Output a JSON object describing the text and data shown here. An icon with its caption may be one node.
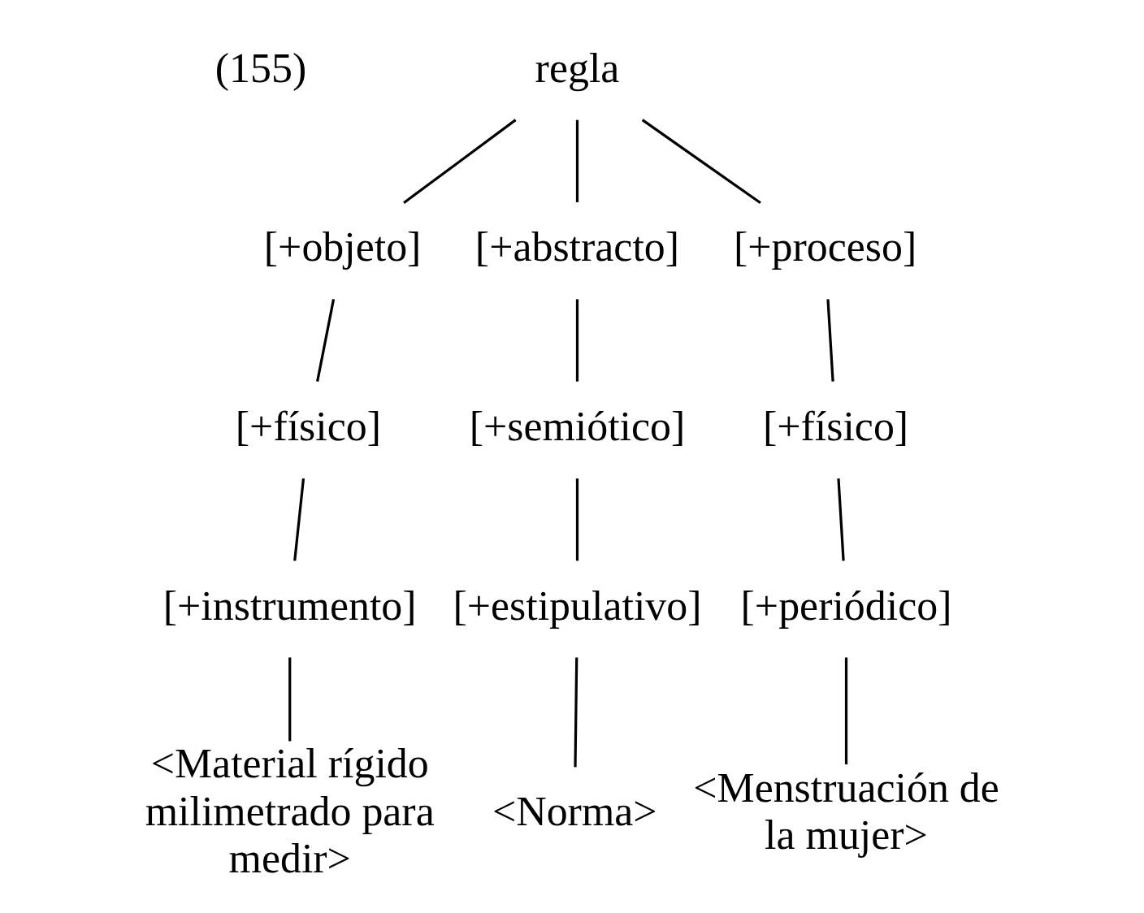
{
  "diagram": {
    "nodes": [
      {
        "text": [
          "regla"
        ]
      },
      {
        "text": [
          "[+objeto]"
        ]
      },
      {
        "text": [
          "[+abstracto]"
        ]
      },
      {
        "text": [
          "[+proceso]"
        ]
      },
      {
        "text": [
          "[+físico]"
        ]
      },
      {
        "text": [
          "[+semiótico]"
        ]
      },
      {
        "text": [
          "[+físico]"
        ]
      },
      {
        "text": [
          "[+instrumento]"
        ]
      },
      {
        "text": [
          "[+estipulativo]"
        ]
      },
      {
        "text": [
          "[+periódico]"
        ]
      },
      {
        "text": [
          "<Material rígido milimetrado para medir>"
        ]
      },
      {
        "text": [
          "<Norma>"
        ]
      },
      {
        "text": [
          "<Menstruación de la mujer>"
        ]
      }
    ],
    "edges": [
      {
        "from": 0,
        "to": 1,
        "arrow": "none"
      },
      {
        "from": 0,
        "to": 2,
        "arrow": "none"
      },
      {
        "from": 0,
        "to": 3,
        "arrow": "none"
      },
      {
        "from": 1,
        "to": 4,
        "arrow": "none"
      },
      {
        "from": 2,
        "to": 5,
        "arrow": "none"
      },
      {
        "from": 3,
        "to": 6,
        "arrow": "none"
      },
      {
        "from": 4,
        "to": 7,
        "arrow": "none"
      },
      {
        "from": 5,
        "to": 8,
        "arrow": "none"
      },
      {
        "from": 6,
        "to": 9,
        "arrow": "none"
      },
      {
        "from": 7,
        "to": 10,
        "arrow": "none"
      },
      {
        "from": 8,
        "to": 11,
        "arrow": "none"
      },
      {
        "from": 9,
        "to": 12,
        "arrow": "none"
      }
    ],
    "labels": [
      "(155)"
    ]
  }
}
